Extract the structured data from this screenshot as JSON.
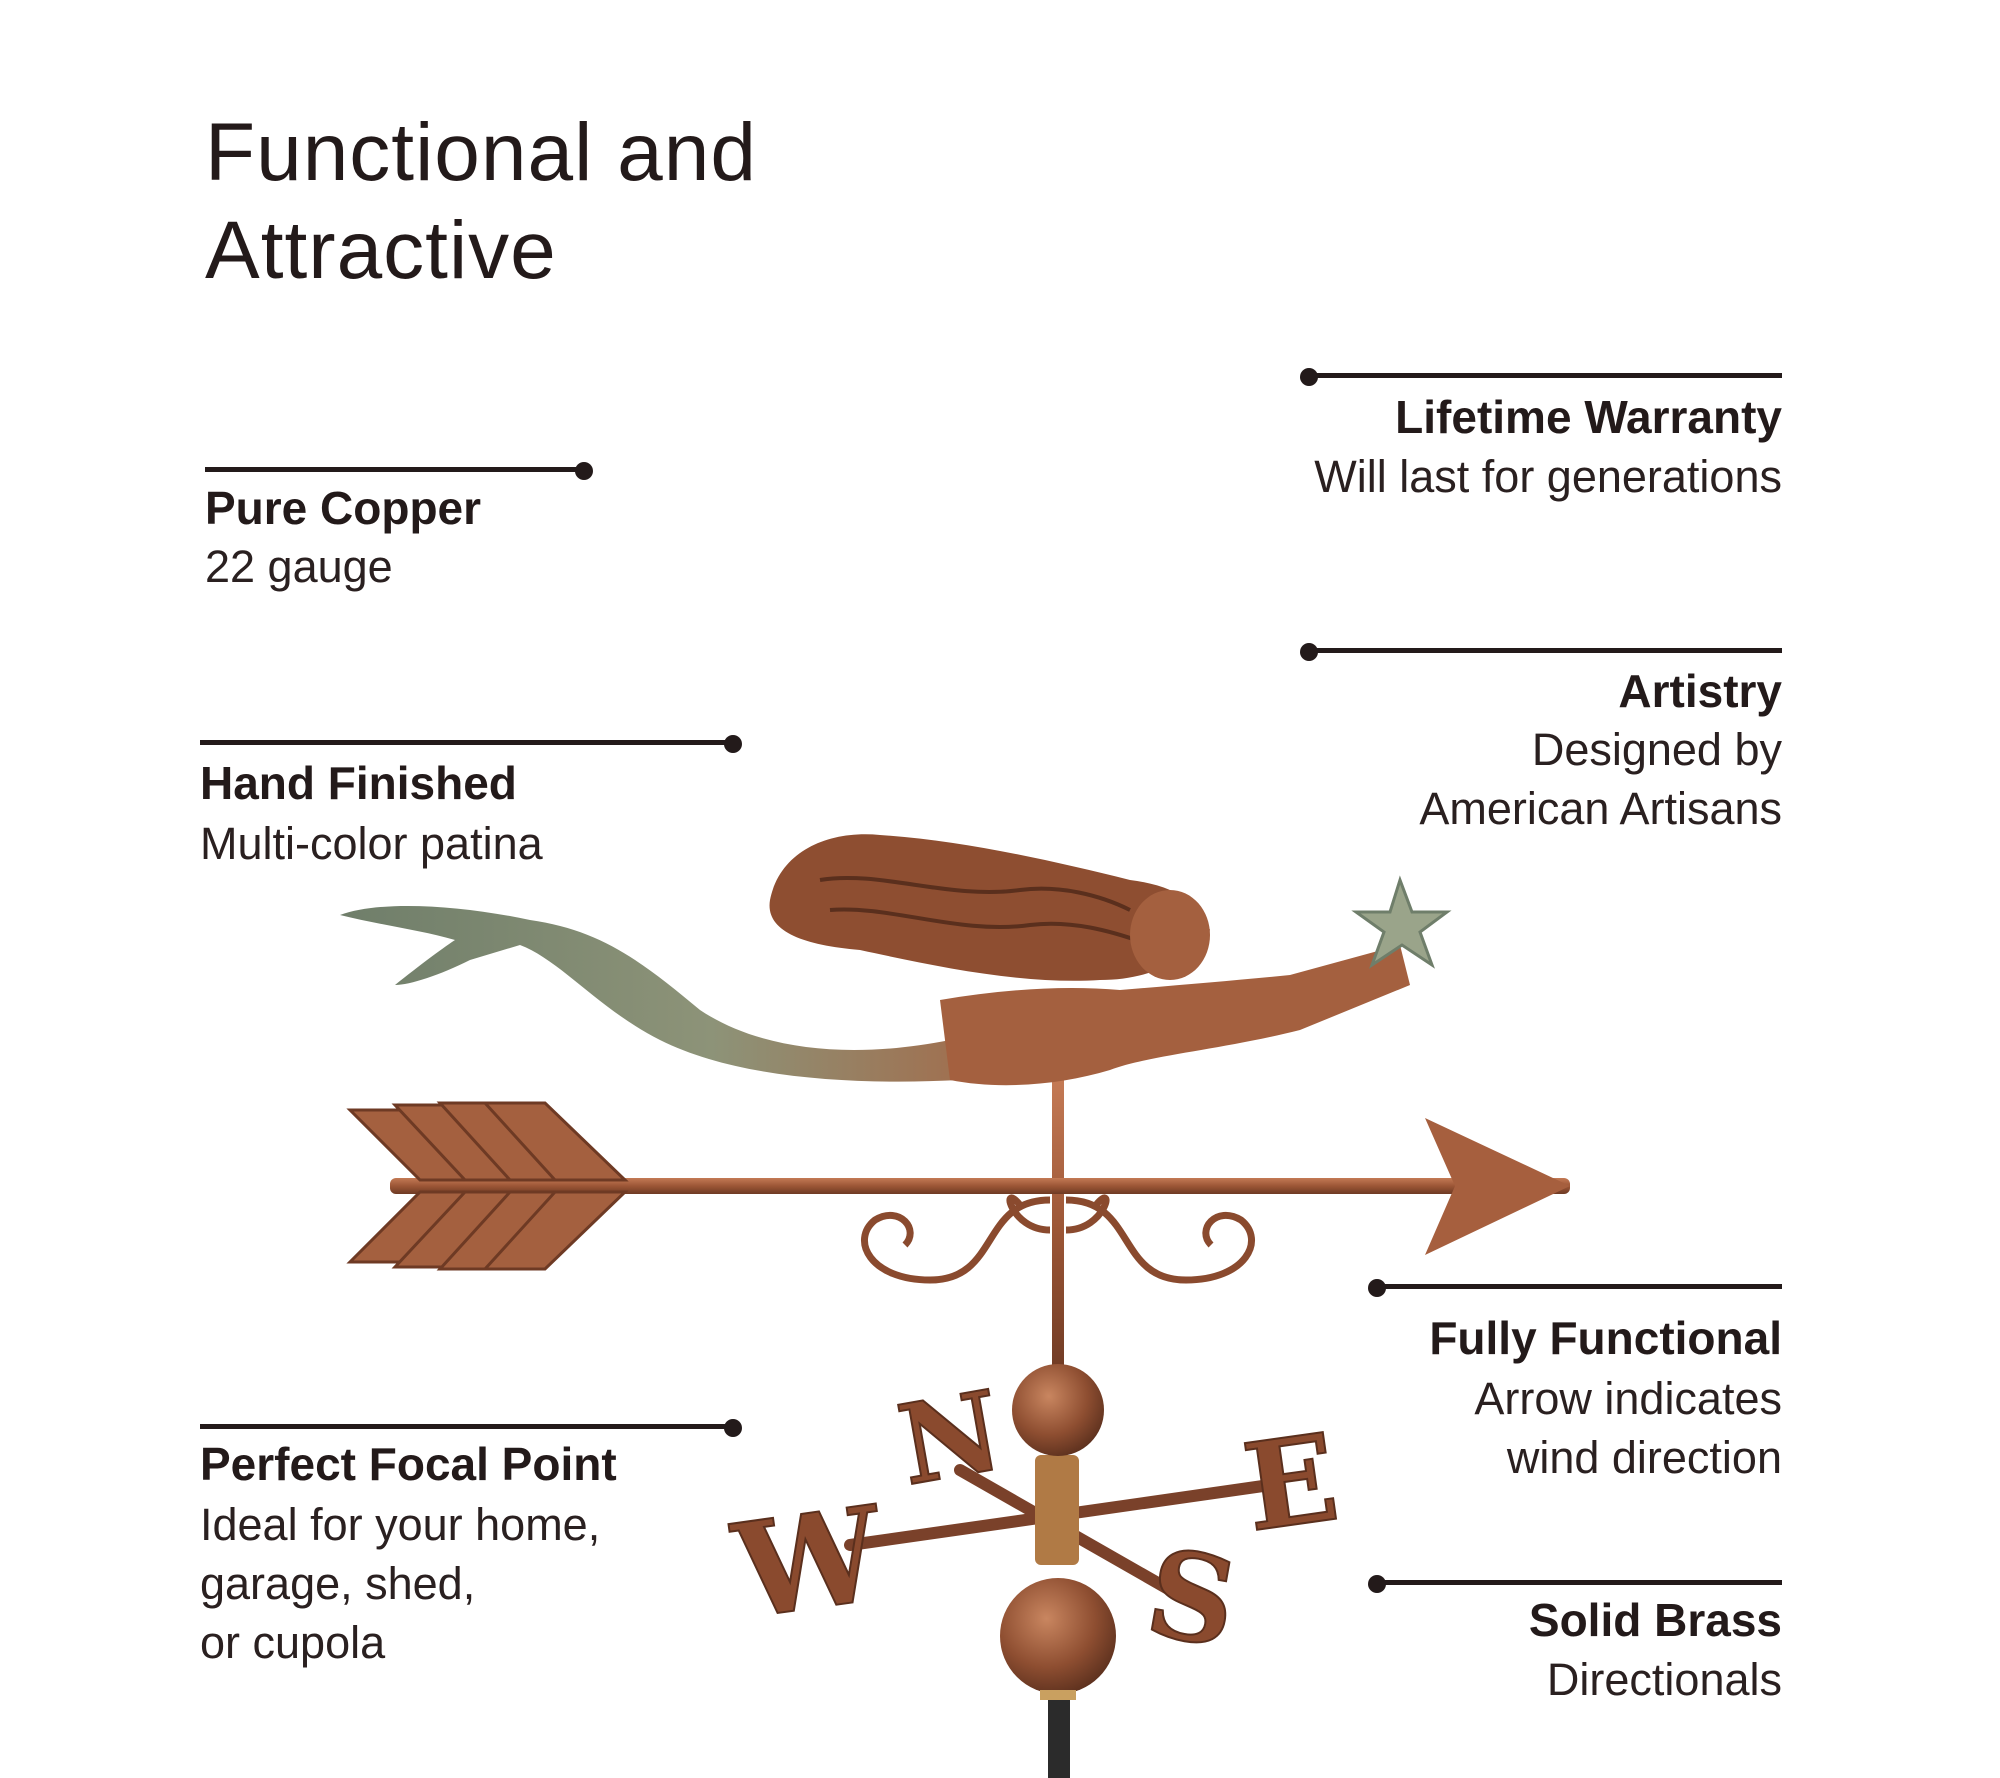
{
  "title": {
    "line1": "Functional and",
    "line2": "Attractive"
  },
  "features": {
    "pure_copper": {
      "heading": "Pure Copper",
      "lines": [
        "22 gauge"
      ]
    },
    "hand_finished": {
      "heading": "Hand Finished",
      "lines": [
        "Multi-color patina"
      ]
    },
    "focal_point": {
      "heading": "Perfect Focal Point",
      "lines": [
        "Ideal for your home,",
        "garage, shed,",
        "or cupola"
      ]
    },
    "warranty": {
      "heading": "Lifetime Warranty",
      "lines": [
        "Will last for generations"
      ]
    },
    "artistry": {
      "heading": "Artistry",
      "lines": [
        "Designed by",
        "American Artisans"
      ]
    },
    "functional": {
      "heading": "Fully Functional",
      "lines": [
        "Arrow indicates",
        "wind direction"
      ]
    },
    "brass": {
      "heading": "Solid Brass",
      "lines": [
        "Directionals"
      ]
    }
  },
  "compass": {
    "n": "N",
    "e": "E",
    "s": "S",
    "w": "W"
  },
  "colors": {
    "text": "#231a1a",
    "copper": "#a4603f",
    "patina": "#7d8a6e"
  }
}
